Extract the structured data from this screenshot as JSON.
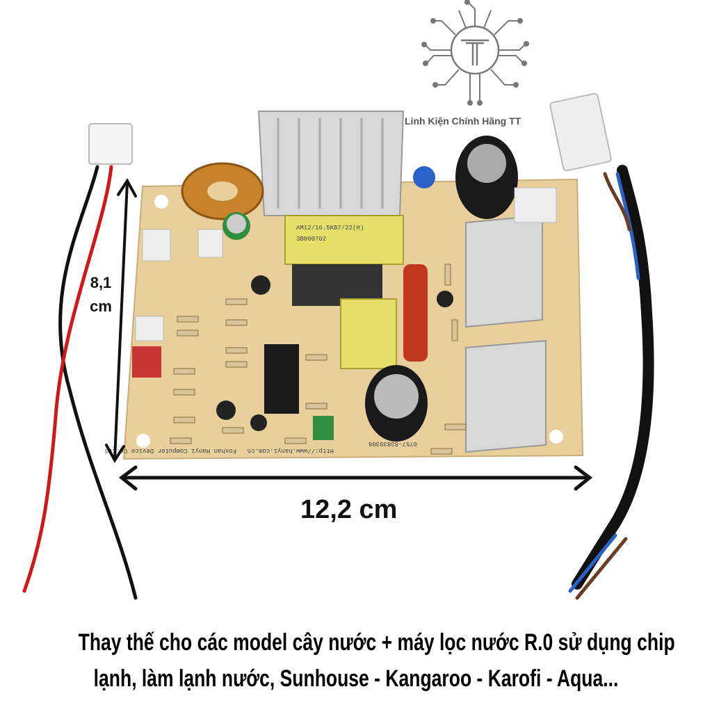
{
  "brand": {
    "logo_letter": "T",
    "name": "Linh Kiện Chính Hãng TT"
  },
  "dimensions": {
    "height_value": "8,1",
    "height_unit": "cm",
    "width_label": "12,2 cm"
  },
  "pcb_markings": {
    "transformer": "AM12/16.5KB7/22(H)",
    "serial": "3B000702",
    "website": "Http://www.hanyi.com.cn",
    "phone": "0757-83839308",
    "company": "Foshan Hanyi Computer Device Co.Ltd"
  },
  "caption": {
    "line1": "Thay thế cho các model cây nước + máy lọc nước R.0 sử dụng chip",
    "line2": "lạnh, làm lạnh nước, Sunhouse - Kangaroo - Karofi - Aqua..."
  }
}
